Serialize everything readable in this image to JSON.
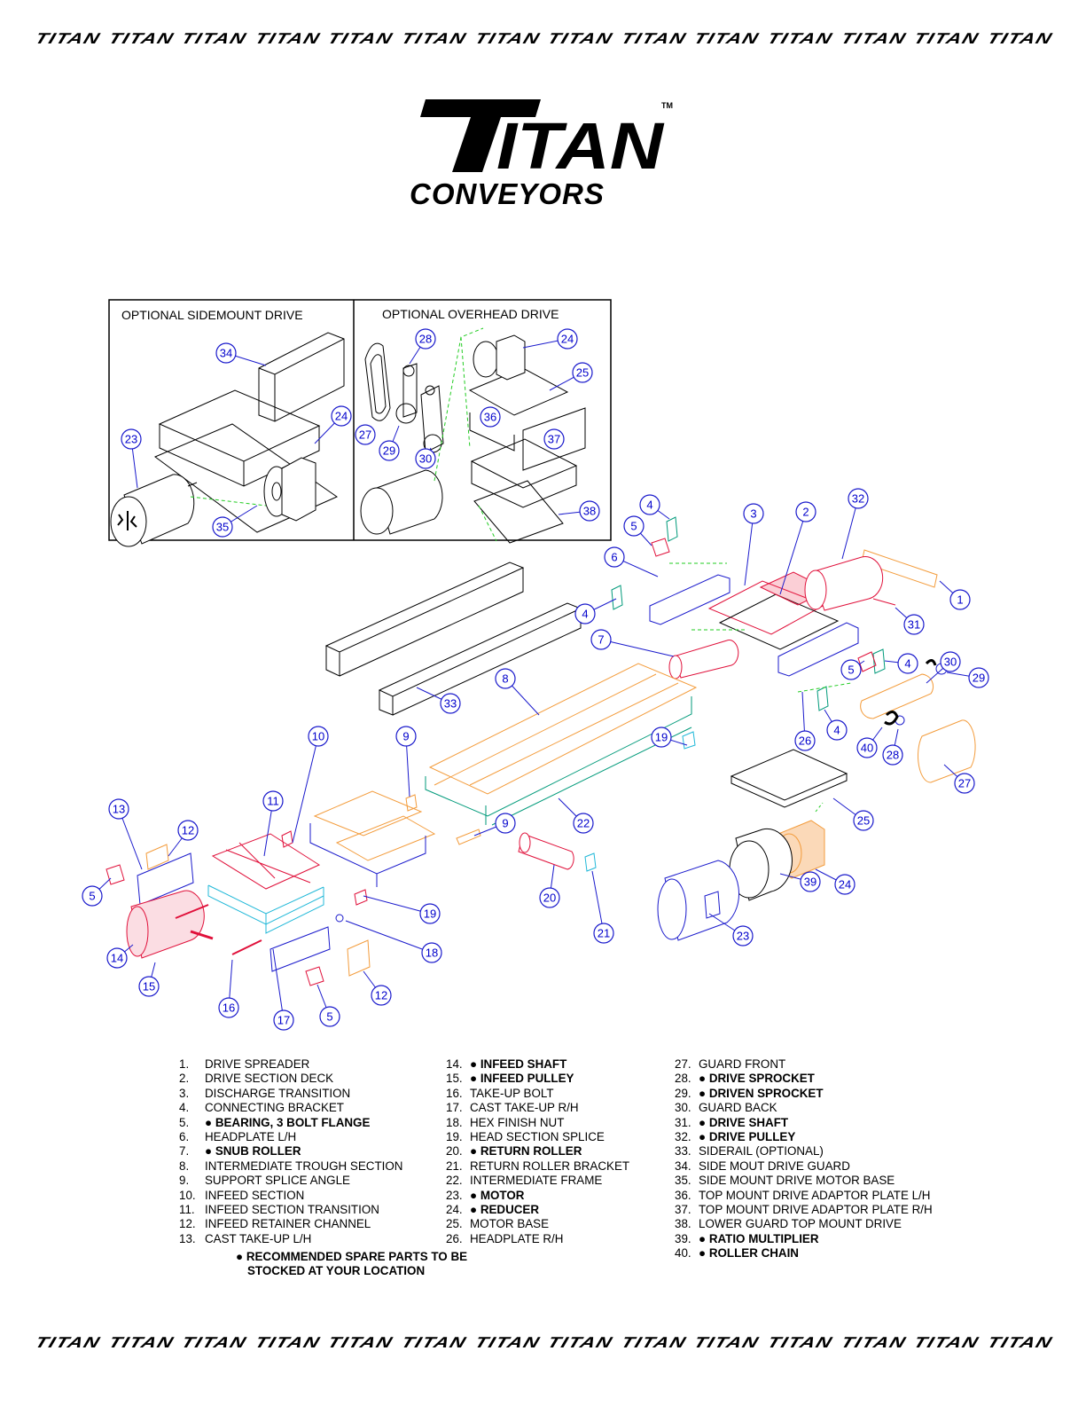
{
  "header_band": [
    "TITAN",
    "TITAN",
    "TITAN",
    "TITAN",
    "TITAN",
    "TITAN",
    "TITAN",
    "TITAN",
    "TITAN",
    "TITAN",
    "TITAN",
    "TITAN",
    "TITAN",
    "TITAN"
  ],
  "footer_band": [
    "TITAN",
    "TITAN",
    "TITAN",
    "TITAN",
    "TITAN",
    "TITAN",
    "TITAN",
    "TITAN",
    "TITAN",
    "TITAN",
    "TITAN",
    "TITAN",
    "TITAN",
    "TITAN"
  ],
  "logo": {
    "word": "TITAN",
    "tm": "TM",
    "subtitle": "CONVEYORS"
  },
  "insets": {
    "sidemount_title": "OPTIONAL  SIDEMOUNT DRIVE",
    "overhead_title": "OPTIONAL OVERHEAD DRIVE"
  },
  "callouts": [
    "34",
    "24",
    "23",
    "35",
    "28",
    "24",
    "25",
    "36",
    "37",
    "27",
    "29",
    "30",
    "38",
    "32",
    "4",
    "5",
    "6",
    "3",
    "2",
    "1",
    "31",
    "4",
    "7",
    "4",
    "5",
    "30",
    "29",
    "8",
    "33",
    "40",
    "28",
    "27",
    "26",
    "4",
    "9",
    "19",
    "22",
    "25",
    "10",
    "11",
    "13",
    "12",
    "5",
    "9",
    "20",
    "21",
    "24",
    "39",
    "23",
    "19",
    "14",
    "15",
    "18",
    "16",
    "17",
    "5",
    "12"
  ],
  "legend": {
    "col1": [
      {
        "num": "1.",
        "text": "DRIVE SPREADER",
        "spare": false
      },
      {
        "num": "2.",
        "text": "DRIVE SECTION DECK",
        "spare": false
      },
      {
        "num": "3.",
        "text": "DISCHARGE TRANSITION",
        "spare": false
      },
      {
        "num": "4.",
        "text": "CONNECTING BRACKET",
        "spare": false
      },
      {
        "num": "5.",
        "text": "BEARING, 3 BOLT FLANGE",
        "spare": true
      },
      {
        "num": "6.",
        "text": "HEADPLATE L/H",
        "spare": false
      },
      {
        "num": "7.",
        "text": "SNUB ROLLER",
        "spare": true
      },
      {
        "num": "8.",
        "text": "INTERMEDIATE TROUGH SECTION",
        "spare": false
      },
      {
        "num": "9.",
        "text": "SUPPORT SPLICE ANGLE",
        "spare": false
      },
      {
        "num": "10.",
        "text": "INFEED SECTION",
        "spare": false
      },
      {
        "num": "11.",
        "text": "INFEED SECTION TRANSITION",
        "spare": false
      },
      {
        "num": "12.",
        "text": "INFEED RETAINER CHANNEL",
        "spare": false
      },
      {
        "num": "13.",
        "text": "CAST TAKE-UP L/H",
        "spare": false
      }
    ],
    "col2": [
      {
        "num": "14.",
        "text": "INFEED SHAFT",
        "spare": true
      },
      {
        "num": "15.",
        "text": "INFEED PULLEY",
        "spare": true
      },
      {
        "num": "16.",
        "text": "TAKE-UP BOLT",
        "spare": false
      },
      {
        "num": "17.",
        "text": "CAST TAKE-UP R/H",
        "spare": false
      },
      {
        "num": "18.",
        "text": "HEX FINISH NUT",
        "spare": false
      },
      {
        "num": "19.",
        "text": "HEAD SECTION SPLICE",
        "spare": false
      },
      {
        "num": "20.",
        "text": "RETURN ROLLER",
        "spare": true
      },
      {
        "num": "21.",
        "text": "RETURN ROLLER BRACKET",
        "spare": false
      },
      {
        "num": "22.",
        "text": "INTERMEDIATE FRAME",
        "spare": false
      },
      {
        "num": "23.",
        "text": "MOTOR",
        "spare": true
      },
      {
        "num": "24.",
        "text": "REDUCER",
        "spare": true
      },
      {
        "num": "25.",
        "text": "MOTOR BASE",
        "spare": false
      },
      {
        "num": "26.",
        "text": "HEADPLATE R/H",
        "spare": false
      }
    ],
    "col3": [
      {
        "num": "27.",
        "text": "GUARD FRONT",
        "spare": false
      },
      {
        "num": "28.",
        "text": "DRIVE SPROCKET",
        "spare": true
      },
      {
        "num": "29.",
        "text": "DRIVEN SPROCKET",
        "spare": true
      },
      {
        "num": "30.",
        "text": "GUARD BACK",
        "spare": false
      },
      {
        "num": "31.",
        "text": "DRIVE SHAFT",
        "spare": true
      },
      {
        "num": "32.",
        "text": "DRIVE PULLEY",
        "spare": true
      },
      {
        "num": "33.",
        "text": "SIDERAIL (OPTIONAL)",
        "spare": false
      },
      {
        "num": "34.",
        "text": "SIDE MOUT DRIVE GUARD",
        "spare": false
      },
      {
        "num": "35.",
        "text": "SIDE MOUNT DRIVE MOTOR BASE",
        "spare": false
      },
      {
        "num": "36.",
        "text": "TOP MOUNT DRIVE ADAPTOR PLATE L/H",
        "spare": false
      },
      {
        "num": "37.",
        "text": "TOP MOUNT DRIVE ADAPTOR PLATE R/H",
        "spare": false
      },
      {
        "num": "38.",
        "text": "LOWER GUARD TOP MOUNT DRIVE",
        "spare": false
      },
      {
        "num": "39.",
        "text": "RATIO MULTIPLIER",
        "spare": true
      },
      {
        "num": "40.",
        "text": "ROLLER CHAIN",
        "spare": true
      }
    ]
  },
  "note": {
    "line1": "RECOMMENDED SPARE PARTS TO BE",
    "line2": "STOCKED AT YOUR LOCATION"
  },
  "colors": {
    "orange": "#f39c3c",
    "red": "#e0103a",
    "teal": "#009a7a",
    "blue": "#1a1acc",
    "cyan": "#20b8d8",
    "green_dash": "#22cc22"
  }
}
